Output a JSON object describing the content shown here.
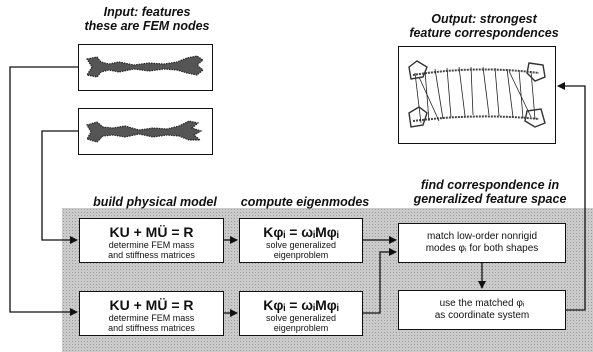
{
  "input_heading": [
    "Input: features",
    "these are FEM nodes"
  ],
  "output_heading": [
    "Output: strongest",
    "feature correspondences"
  ],
  "stage_headings": {
    "build": "build physical model",
    "eigen": "compute eigenmodes",
    "corr": [
      "find correspondence in",
      "generalized feature space"
    ]
  },
  "boxes": {
    "model_top": {
      "eq": "KU + MÜ = R",
      "text": [
        "determine FEM mass",
        "and stiffness matrices"
      ]
    },
    "eigen_top": {
      "eq": "Kφᵢ = ωᵢMφᵢ",
      "text": [
        "solve generalized",
        "eigenproblem"
      ]
    },
    "match": {
      "text": [
        "match low-order nonrigid",
        "modes φᵢ for both shapes"
      ]
    },
    "model_bottom": {
      "eq": "KU + MÜ = R",
      "text": [
        "determine FEM mass",
        "and stiffness matrices"
      ]
    },
    "eigen_bottom": {
      "eq": "Kφᵢ = ωᵢMφᵢ",
      "text": [
        "solve generalized",
        "eigenproblem"
      ]
    },
    "coords": {
      "text": [
        "use the matched φᵢ",
        "as coordinate system"
      ]
    }
  }
}
